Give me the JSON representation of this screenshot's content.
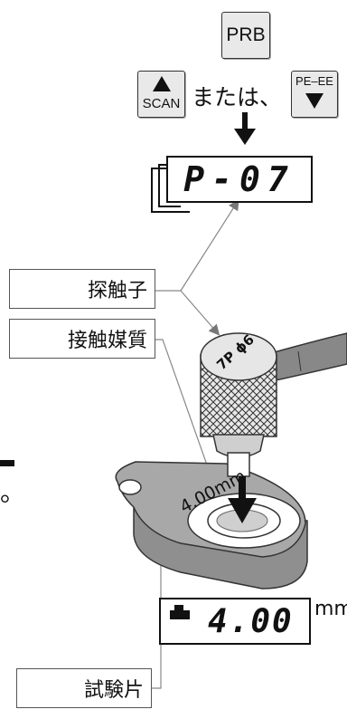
{
  "keys": {
    "prb": "PRB",
    "scan": "SCAN",
    "pe_ee": "PE–EE",
    "or_text": "または、"
  },
  "display_top": {
    "text": "P-07"
  },
  "labels": {
    "probe": "探触子",
    "couplant": "接触媒質",
    "test_block": "試験片"
  },
  "probe_marking": "7P ϕ6",
  "block_marking": "4.00mm",
  "display_bottom": {
    "value": "4.00",
    "unit": "mm"
  },
  "side_fragment": "。"
}
